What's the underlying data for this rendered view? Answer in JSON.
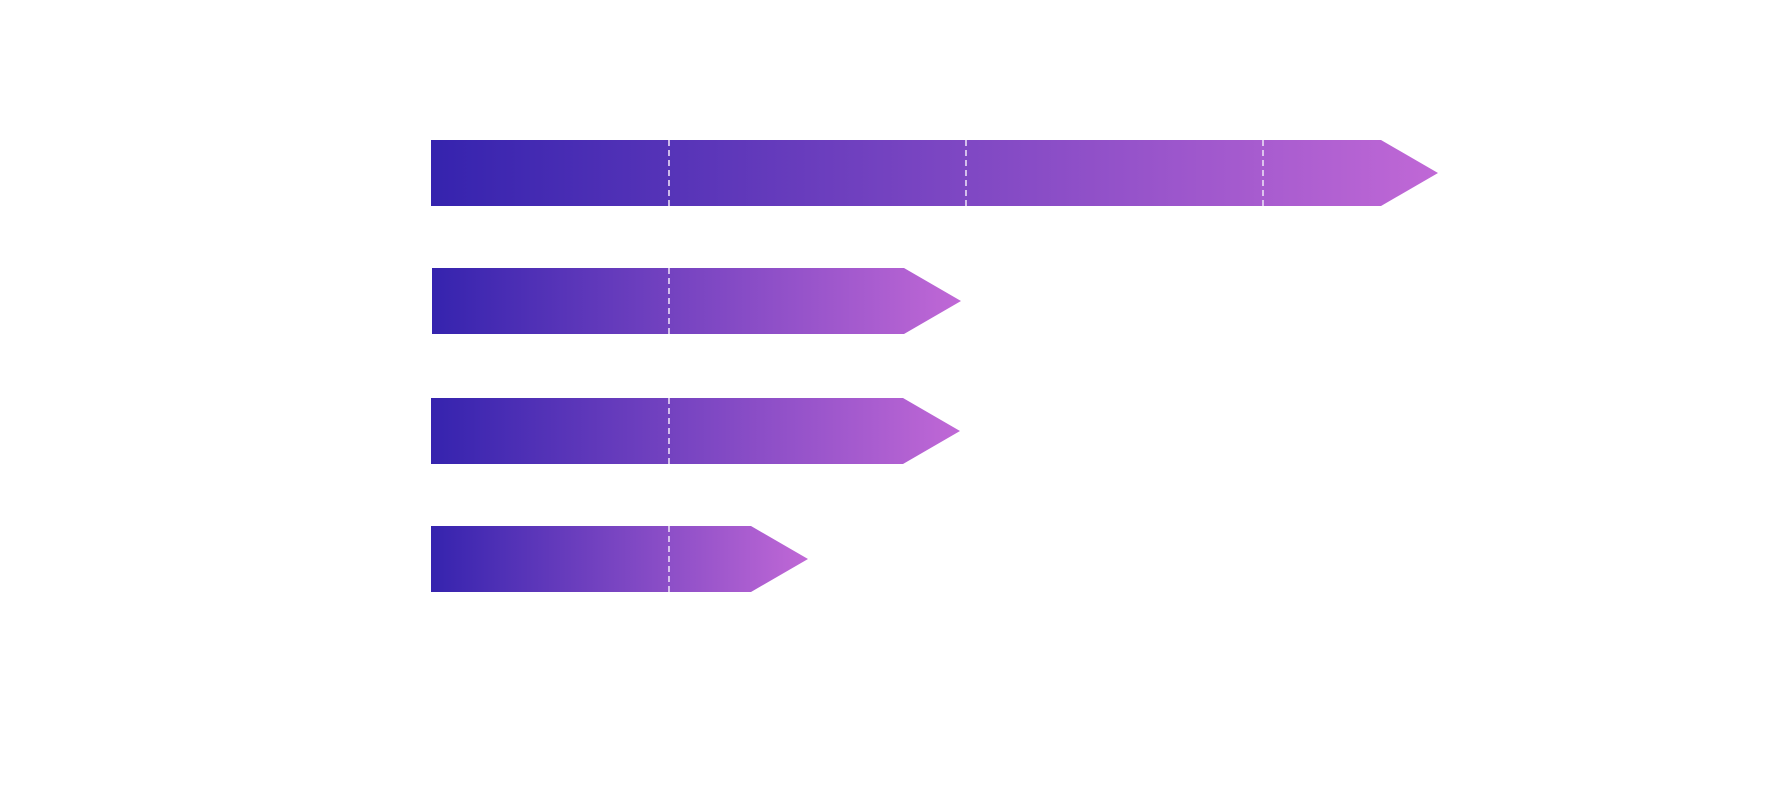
{
  "diagram": {
    "type": "arrow-bars",
    "direction": "right",
    "gradient": {
      "start": "#3523AE",
      "end": "#C068D6"
    },
    "divider_color": "#E9DDF6",
    "divider_style": "dashed",
    "arrows": [
      {
        "id": "arrow-1",
        "segments": 4
      },
      {
        "id": "arrow-2",
        "segments": 2
      },
      {
        "id": "arrow-3",
        "segments": 2
      },
      {
        "id": "arrow-4",
        "segments": 2
      }
    ]
  }
}
